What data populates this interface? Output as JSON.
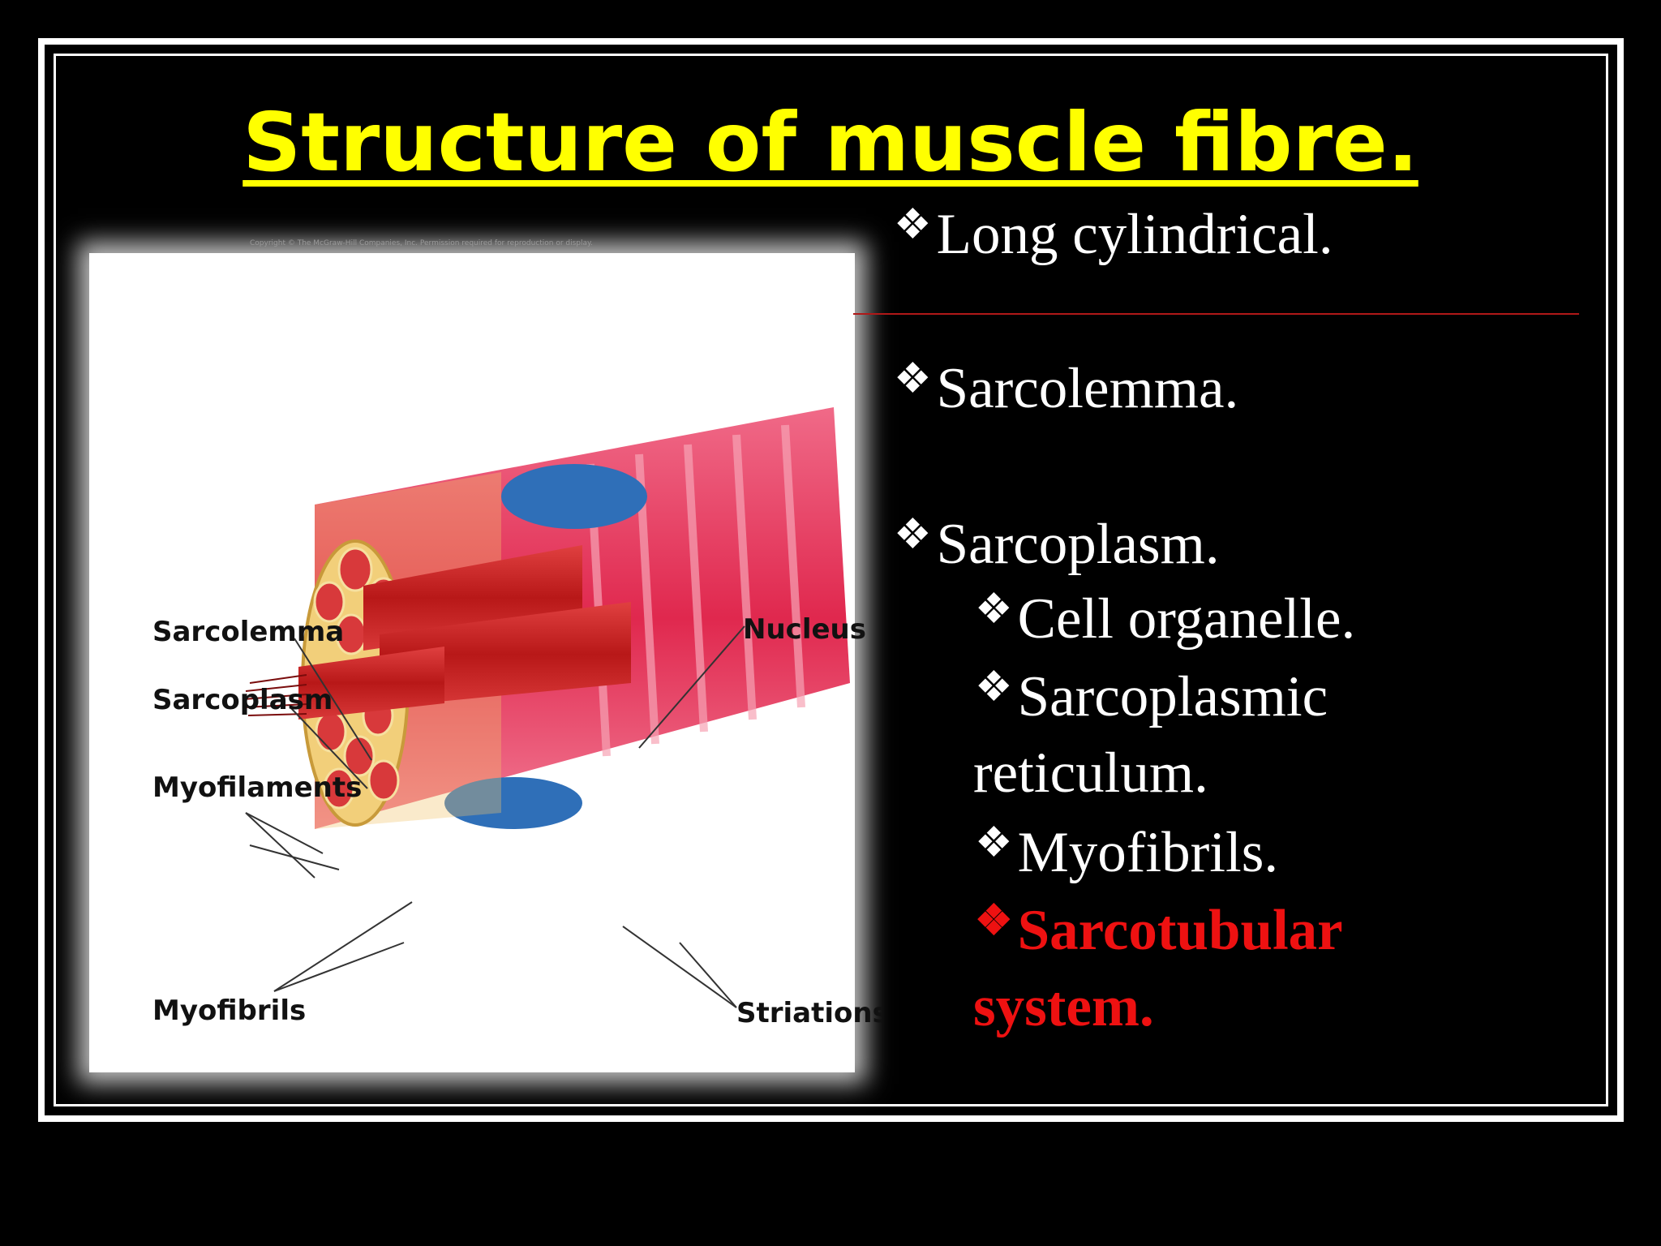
{
  "slide": {
    "title": "Structure of muscle fibre.",
    "bullet_glyph": "❖",
    "bullets": [
      {
        "text": "Long cylindrical."
      },
      {
        "text": "Sarcolemma."
      },
      {
        "text": "Sarcoplasm."
      },
      {
        "text": "Cell organelle."
      },
      {
        "text": "Sarcoplasmic"
      },
      {
        "text": "reticulum."
      },
      {
        "text": "Myofibrils."
      },
      {
        "text": "Sarcotubular"
      },
      {
        "text": "system."
      }
    ],
    "highlight_color": "#ee1111",
    "title_color": "#ffff00"
  },
  "figure": {
    "caption_top": "Copyright © The McGraw-Hill Companies, Inc. Permission required for reproduction or display.",
    "labels": {
      "sarcolemma": "Sarcolemma",
      "sarcoplasm": "Sarcoplasm",
      "myofilaments": "Myofilaments",
      "myofibrils": "Myofibrils",
      "nucleus": "Nucleus",
      "striations": "Striations"
    }
  }
}
